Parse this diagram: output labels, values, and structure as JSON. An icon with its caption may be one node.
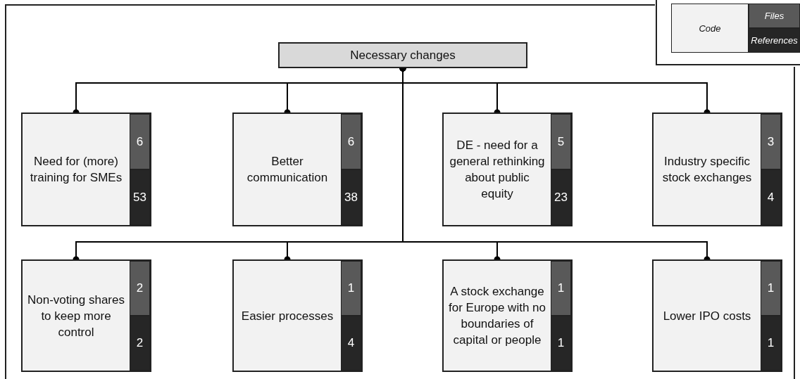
{
  "diagram": {
    "nodes": [
      {
        "text": [
          "Necessary changes"
        ]
      },
      {
        "text": [
          "Need for (more) training for SMEs"
        ]
      },
      {
        "text": [
          "6"
        ],
        "in": 1
      },
      {
        "text": [
          "53"
        ],
        "in": 1
      },
      {
        "text": [
          "Better communication"
        ]
      },
      {
        "text": [
          "6"
        ],
        "in": 4
      },
      {
        "text": [
          "38"
        ],
        "in": 4
      },
      {
        "text": [
          "DE - need for a general rethinking about public equity"
        ]
      },
      {
        "text": [
          "5"
        ],
        "in": 7
      },
      {
        "text": [
          "23"
        ],
        "in": 7
      },
      {
        "text": [
          "Industry specific stock exchanges"
        ]
      },
      {
        "text": [
          "3"
        ],
        "in": 10
      },
      {
        "text": [
          "4"
        ],
        "in": 10
      },
      {
        "text": [
          "Non-voting shares to keep more control"
        ]
      },
      {
        "text": [
          "2"
        ],
        "in": 13
      },
      {
        "text": [
          "2"
        ],
        "in": 13
      },
      {
        "text": [
          "Easier processes"
        ]
      },
      {
        "text": [
          "1"
        ],
        "in": 16
      },
      {
        "text": [
          "4"
        ],
        "in": 16
      },
      {
        "text": [
          "A stock exchange for Europe with no boundaries of capital or people"
        ]
      },
      {
        "text": [
          "1"
        ],
        "in": 19
      },
      {
        "text": [
          "1"
        ],
        "in": 19
      },
      {
        "text": [
          "Lower IPO costs"
        ]
      },
      {
        "text": [
          "1"
        ],
        "in": 22
      },
      {
        "text": [
          "1"
        ],
        "in": 22
      }
    ],
    "edges": [
      {
        "from": 0,
        "to": 1,
        "arrow": "other"
      },
      {
        "from": 0,
        "to": 4,
        "arrow": "other"
      },
      {
        "from": 0,
        "to": 7,
        "arrow": "other"
      },
      {
        "from": 0,
        "to": 10,
        "arrow": "other"
      },
      {
        "from": 0,
        "to": 13,
        "arrow": "other"
      },
      {
        "from": 0,
        "to": 16,
        "arrow": "other"
      },
      {
        "from": 0,
        "to": 19,
        "arrow": "other"
      },
      {
        "from": 0,
        "to": 22,
        "arrow": "other"
      }
    ],
    "legend": [
      {
        "text": "Code",
        "color": "#f2f2f2"
      },
      {
        "text": "Files",
        "color": "#595959"
      },
      {
        "text": "References",
        "color": "#262626"
      }
    ]
  }
}
